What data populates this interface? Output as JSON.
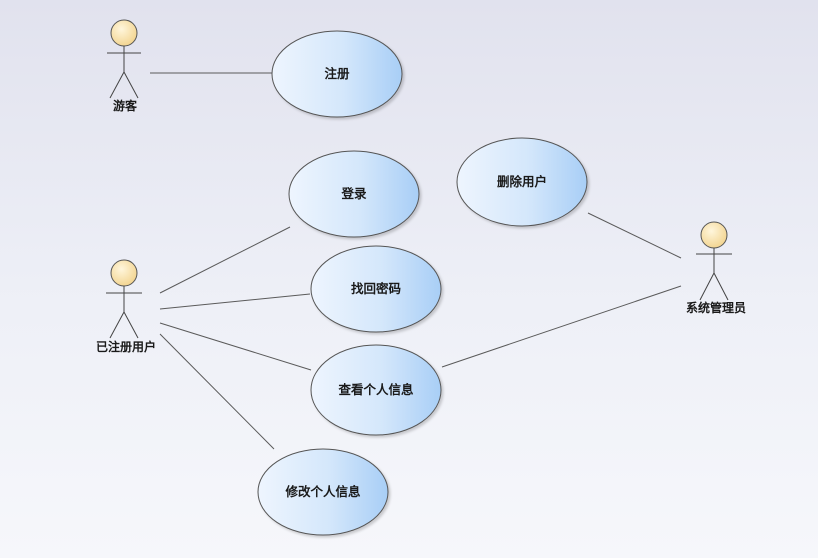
{
  "actors": {
    "visitor": {
      "label": "游客"
    },
    "registered_user": {
      "label": "已注册用户"
    },
    "admin": {
      "label": "系统管理员"
    }
  },
  "use_cases": {
    "register": {
      "label": "注册"
    },
    "login": {
      "label": "登录"
    },
    "recover_password": {
      "label": "找回密码"
    },
    "view_info": {
      "label": "查看个人信息"
    },
    "edit_info": {
      "label": "修改个人信息"
    },
    "delete_user": {
      "label": "删除用户"
    }
  },
  "colors": {
    "actor_head": "#f7dd9b",
    "usecase_light": "#eef5fe",
    "usecase_dark": "#a8cef6",
    "line": "#5a5a5a"
  }
}
